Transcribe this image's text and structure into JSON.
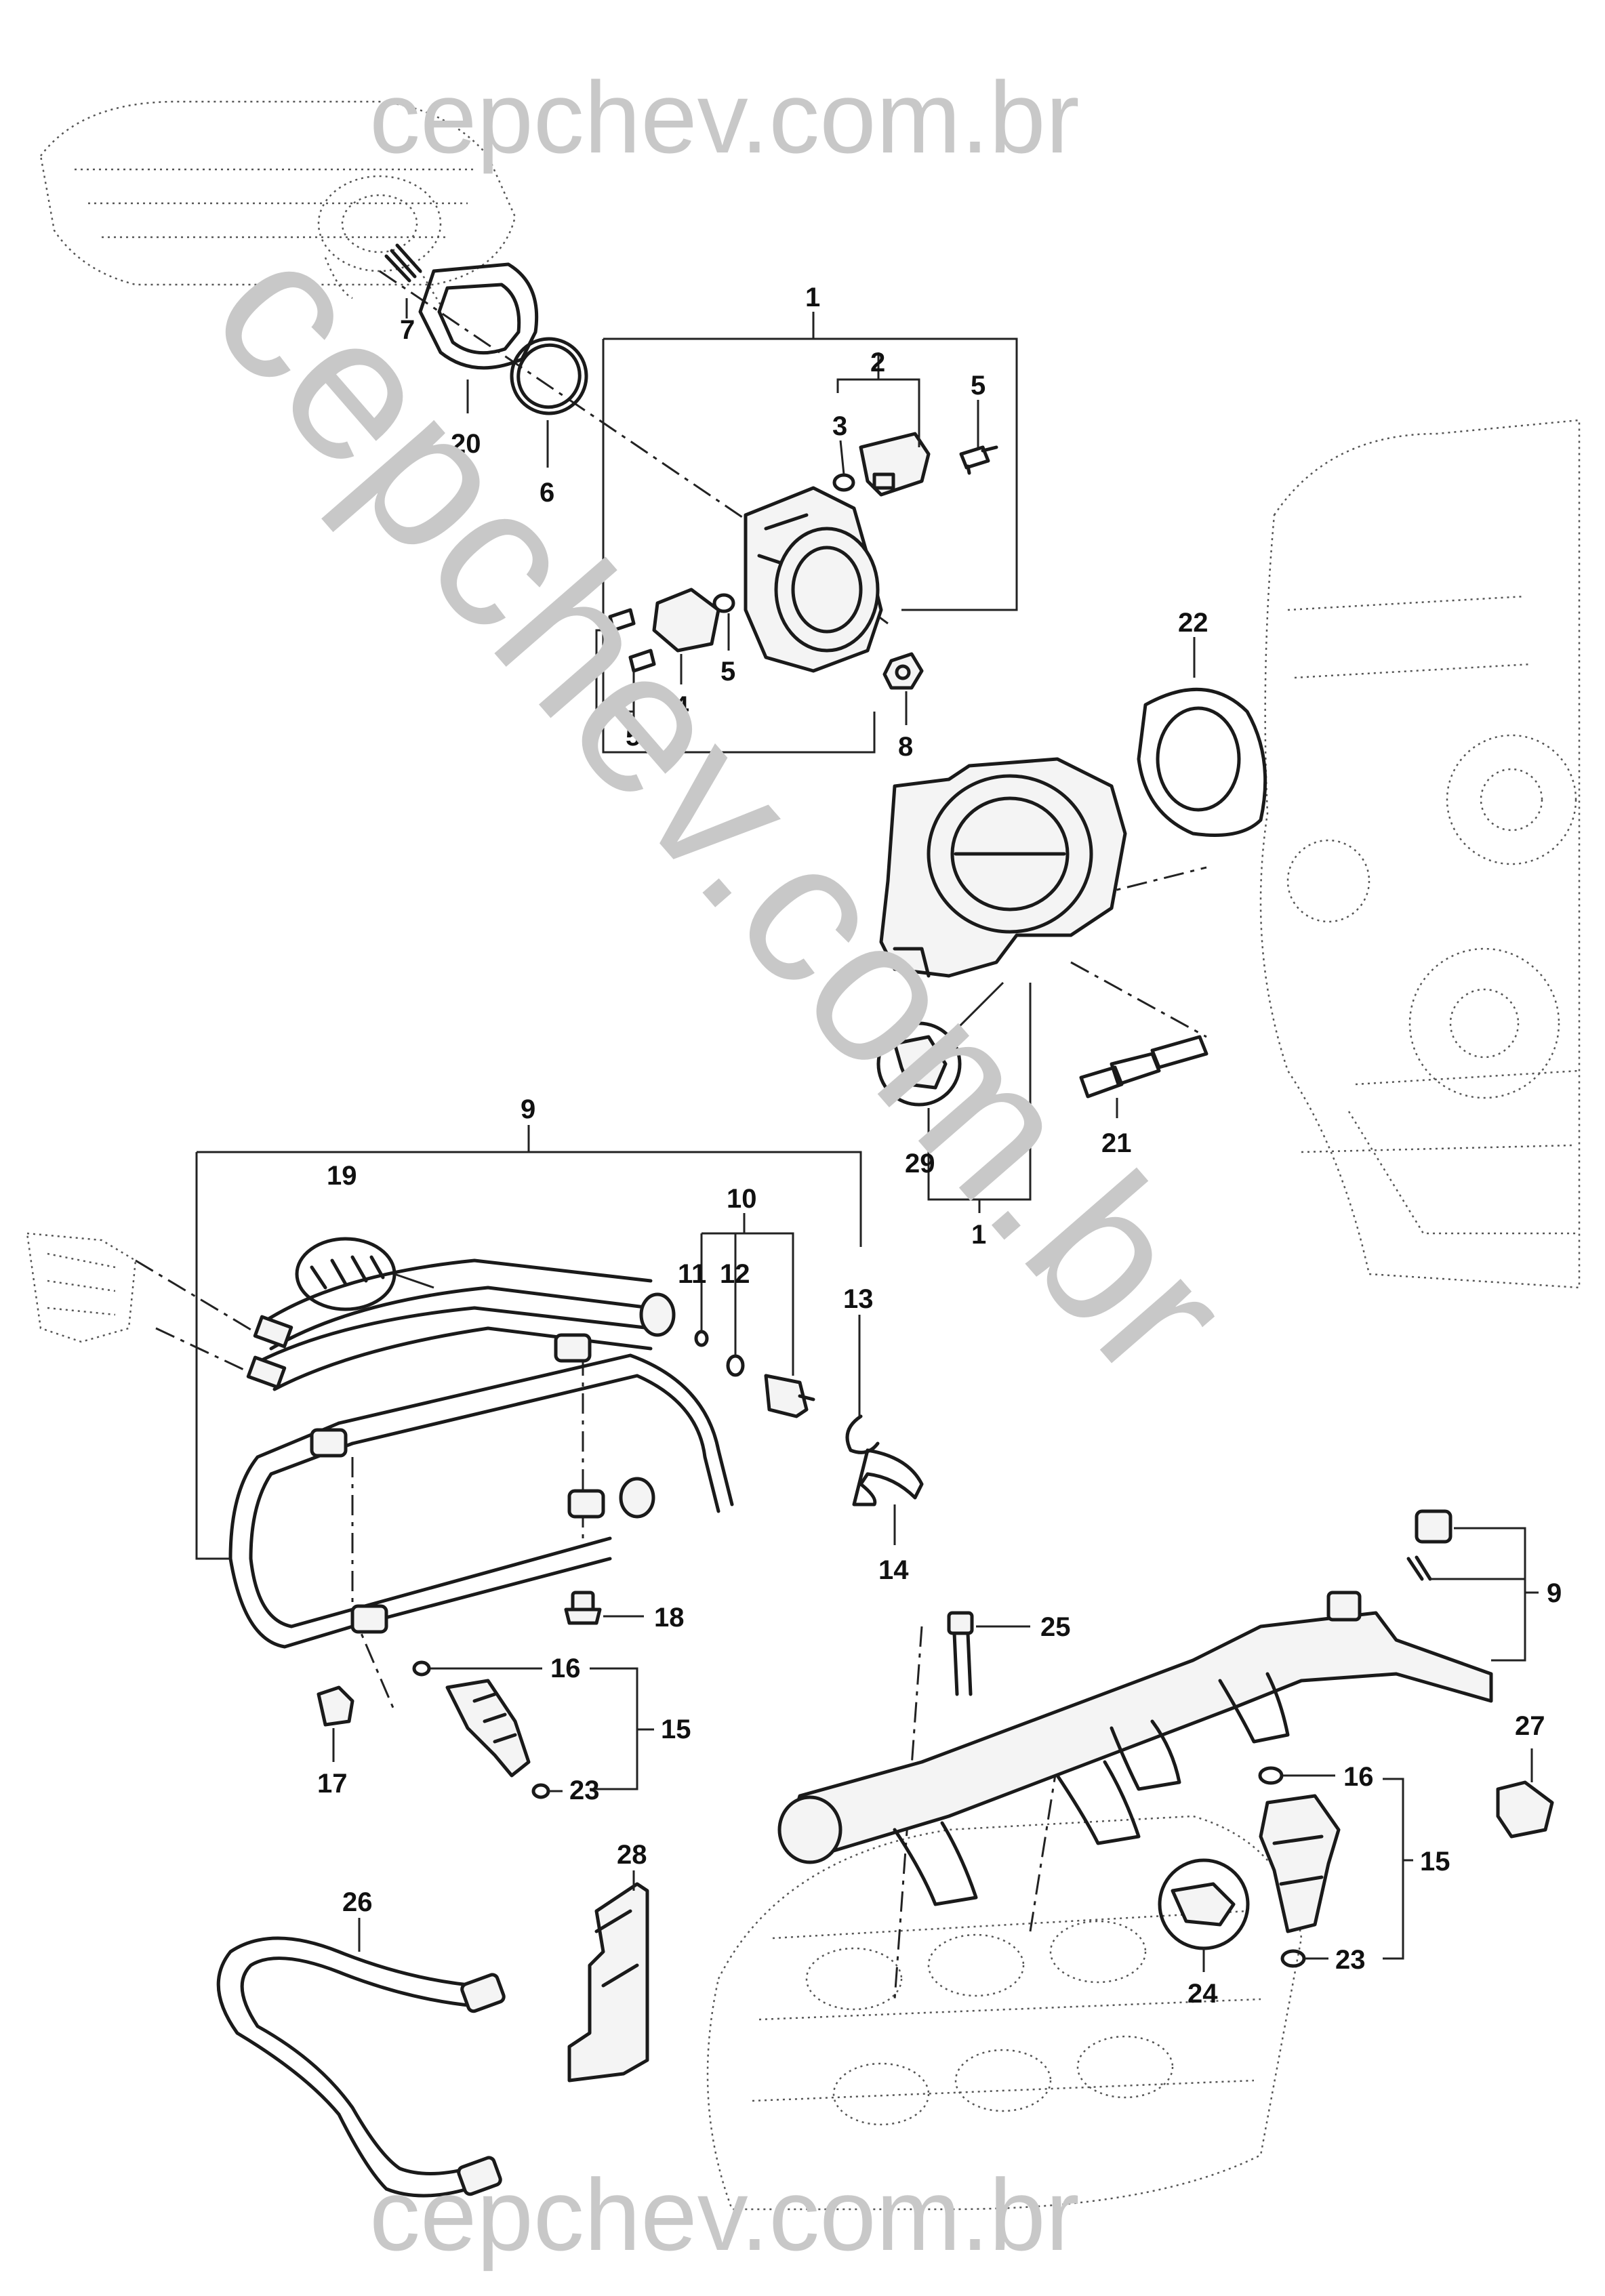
{
  "watermark": {
    "top": "cepchev.com.br",
    "bottom": "cepchev.com.br",
    "diagonal": "cepchev.com.br"
  },
  "callouts": [
    {
      "id": "c1a",
      "label": "1"
    },
    {
      "id": "c2",
      "label": "2"
    },
    {
      "id": "c3",
      "label": "3"
    },
    {
      "id": "c5a",
      "label": "5"
    },
    {
      "id": "c7",
      "label": "7"
    },
    {
      "id": "c20",
      "label": "20"
    },
    {
      "id": "c6",
      "label": "6"
    },
    {
      "id": "c5b",
      "label": "5"
    },
    {
      "id": "c4",
      "label": "4"
    },
    {
      "id": "c5c",
      "label": "5"
    },
    {
      "id": "c8",
      "label": "8"
    },
    {
      "id": "c22",
      "label": "22"
    },
    {
      "id": "c29",
      "label": "29"
    },
    {
      "id": "c1b",
      "label": "1"
    },
    {
      "id": "c21",
      "label": "21"
    },
    {
      "id": "c9a",
      "label": "9"
    },
    {
      "id": "c19",
      "label": "19"
    },
    {
      "id": "c10",
      "label": "10"
    },
    {
      "id": "c11",
      "label": "11"
    },
    {
      "id": "c12",
      "label": "12"
    },
    {
      "id": "c13",
      "label": "13"
    },
    {
      "id": "c14",
      "label": "14"
    },
    {
      "id": "c18",
      "label": "18"
    },
    {
      "id": "c16a",
      "label": "16"
    },
    {
      "id": "c15a",
      "label": "15"
    },
    {
      "id": "c23a",
      "label": "23"
    },
    {
      "id": "c17",
      "label": "17"
    },
    {
      "id": "c9b",
      "label": "9"
    },
    {
      "id": "c25",
      "label": "25"
    },
    {
      "id": "c27",
      "label": "27"
    },
    {
      "id": "c16b",
      "label": "16"
    },
    {
      "id": "c15b",
      "label": "15"
    },
    {
      "id": "c24",
      "label": "24"
    },
    {
      "id": "c23b",
      "label": "23"
    },
    {
      "id": "c26",
      "label": "26"
    },
    {
      "id": "c28",
      "label": "28"
    }
  ]
}
